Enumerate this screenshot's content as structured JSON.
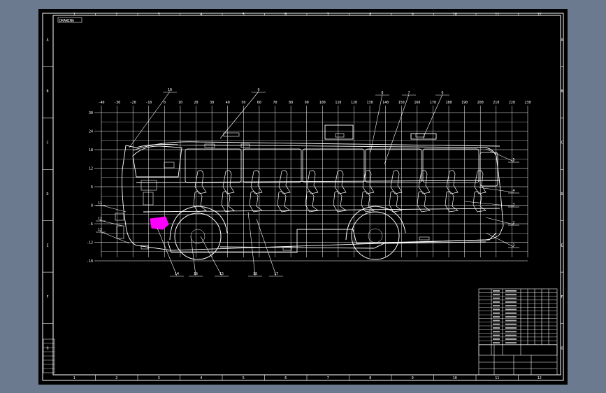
{
  "drawing": {
    "tag_label": "DRAWING",
    "border_columns": [
      "1",
      "2",
      "3",
      "4",
      "5",
      "6",
      "7",
      "8",
      "9",
      "10",
      "11",
      "12"
    ],
    "border_rows": [
      "A",
      "B",
      "C",
      "D",
      "E",
      "F",
      "G"
    ],
    "axis_top": [
      "-40",
      "-30",
      "-20",
      "-10",
      "0",
      "10",
      "20",
      "30",
      "40",
      "50",
      "60",
      "70",
      "80",
      "90",
      "100",
      "110",
      "120",
      "130",
      "140",
      "150",
      "160",
      "170",
      "180",
      "190",
      "200",
      "210",
      "220",
      "230"
    ],
    "axis_left": [
      "30",
      "24",
      "18",
      "12",
      "6",
      "0",
      "-6",
      "-12",
      "-18"
    ],
    "callouts_top": [
      "10",
      "9",
      "8",
      "7",
      "6"
    ],
    "callouts_right": [
      "5",
      "4",
      "3",
      "2",
      "1"
    ],
    "callouts_left": [
      "11",
      "12",
      "13"
    ],
    "callouts_bottom": [
      "14",
      "16",
      "15",
      "18",
      "17"
    ],
    "colors": {
      "background": "#000000",
      "frame": "#ffffff",
      "grid": "#ffffff",
      "highlight": "#ff00ff",
      "window_bg": "#6b7a8e"
    }
  }
}
